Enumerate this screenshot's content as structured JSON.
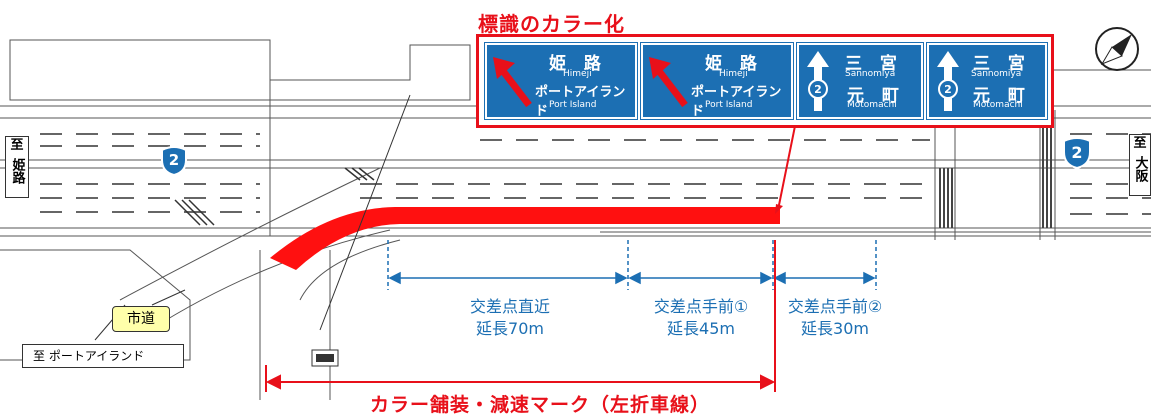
{
  "title": "標識のカラー化",
  "signs": [
    {
      "main": "姫 路",
      "main_roman": "Himeji",
      "sub": "ポートアイランド",
      "sub_roman": "Port Island",
      "arrow": "left-turn-arrow"
    },
    {
      "main": "姫 路",
      "main_roman": "Himeji",
      "sub": "ポートアイランド",
      "sub_roman": "Port Island",
      "arrow": "left-turn-arrow"
    },
    {
      "main": "三 宮",
      "main_roman": "Sannomiya",
      "sub": "元 町",
      "sub_roman": "Motomachi",
      "arrow": "straight-arrow",
      "route": "2"
    },
    {
      "main": "三 宮",
      "main_roman": "Sannomiya",
      "sub": "元 町",
      "sub_roman": "Motomachi",
      "arrow": "straight-arrow",
      "route": "2"
    }
  ],
  "route_number": "2",
  "left_destination": {
    "prefix": "至",
    "name": "姫路"
  },
  "right_destination": {
    "prefix": "至",
    "name": "大阪"
  },
  "city_road": "市道",
  "port_island_destination": "至 ポートアイランド",
  "sections": [
    {
      "name": "交差点直近",
      "length": "延長70m"
    },
    {
      "name": "交差点手前①",
      "length": "延長45m"
    },
    {
      "name": "交差点手前②",
      "length": "延長30m"
    }
  ],
  "bottom_label": "カラー舗装・減速マーク（左折車線）",
  "colors": {
    "accent_red": "#e8101a",
    "sign_blue": "#1c6fb3"
  }
}
